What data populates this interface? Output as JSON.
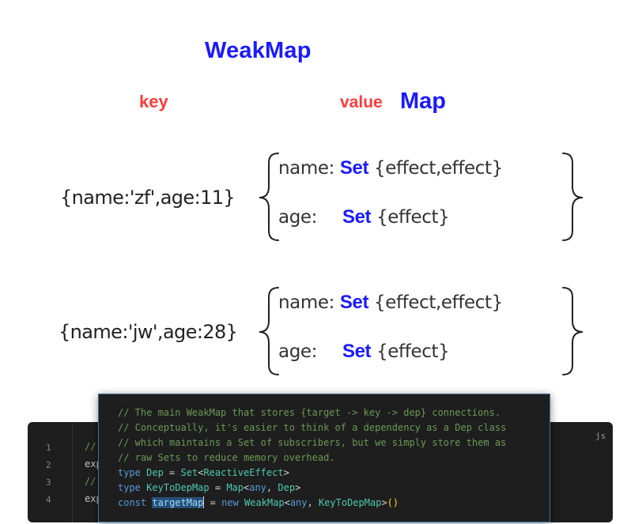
{
  "diagram": {
    "title": "WeakMap",
    "key_label": "key",
    "value_label": "value",
    "map_label": "Map",
    "entries": [
      {
        "object": "{name:'zf',age:11}",
        "props": [
          {
            "prop": "name:",
            "set": "Set",
            "value": "{effect,effect}"
          },
          {
            "prop": "age:",
            "set": "Set",
            "value": "{effect}"
          }
        ]
      },
      {
        "object": "{name:'jw',age:28}",
        "props": [
          {
            "prop": "name:",
            "set": "Set",
            "value": "{effect,effect}"
          },
          {
            "prop": "age:",
            "set": "Set",
            "value": "{effect}"
          }
        ]
      }
    ]
  },
  "editor": {
    "language_badge": "js",
    "line_numbers": [
      "1",
      "2",
      "3",
      "4"
    ],
    "visible_fragments": [
      "//",
      "exp",
      "//",
      "exp"
    ]
  },
  "popup": {
    "lines": [
      "// The main WeakMap that stores {target -> key -> dep} connections.",
      "// Conceptually, it's easier to think of a dependency as a Dep class",
      "// which maintains a Set of subscribers, but we simply store them as",
      "// raw Sets to reduce memory overhead."
    ],
    "code": {
      "l5_kw": "type",
      "l5_name": "Dep",
      "l5_eq": " = ",
      "l5_type": "Set",
      "l5_lt": "<",
      "l5_arg": "ReactiveEffect",
      "l5_gt": ">",
      "l6_kw": "type",
      "l6_name": "KeyToDepMap",
      "l6_eq": " = ",
      "l6_type": "Map",
      "l6_lt": "<",
      "l6_arg1": "any",
      "l6_comma": ", ",
      "l6_arg2": "Dep",
      "l6_gt": ">",
      "l7_kw": "const",
      "l7_name": "targetMap",
      "l7_eq": " = ",
      "l7_new": "new",
      "l7_type": "WeakMap",
      "l7_lt": "<",
      "l7_arg1": "any",
      "l7_comma": ", ",
      "l7_arg2": "KeyToDepMap",
      "l7_gt": ">",
      "l7_parens": "()"
    }
  }
}
